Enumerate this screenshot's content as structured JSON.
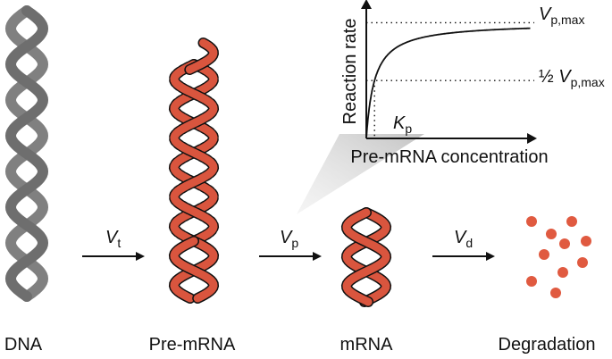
{
  "stages": {
    "dna": "DNA",
    "pre_mrna": "Pre-mRNA",
    "mrna": "mRNA",
    "degradation": "Degradation"
  },
  "rates": {
    "transcription": {
      "symbol": "V",
      "subscript": "t"
    },
    "processing": {
      "symbol": "V",
      "subscript": "p"
    },
    "degradation": {
      "symbol": "V",
      "subscript": "d"
    }
  },
  "inset": {
    "ylabel": "Reaction rate",
    "xlabel": "Pre-mRNA concentration",
    "vmax": {
      "symbol": "V",
      "subscript": "p,max"
    },
    "half_vmax": {
      "prefix": "½ ",
      "symbol": "V",
      "subscript": "p,max"
    },
    "km": {
      "symbol": "K",
      "subscript": "p"
    }
  },
  "chart_data": {
    "type": "line",
    "title": "",
    "xlabel": "Pre-mRNA concentration",
    "ylabel": "Reaction rate",
    "curve": "michaelis-menten",
    "vmax": 1,
    "km": 1,
    "xlim": [
      0,
      20
    ],
    "ylim": [
      0,
      1.15
    ]
  },
  "colors": {
    "dna": "#6b6b6b",
    "rna": "#d9553e",
    "outline": "#111111",
    "droplet": "#e05a40",
    "cone": "#c8c8c8"
  }
}
